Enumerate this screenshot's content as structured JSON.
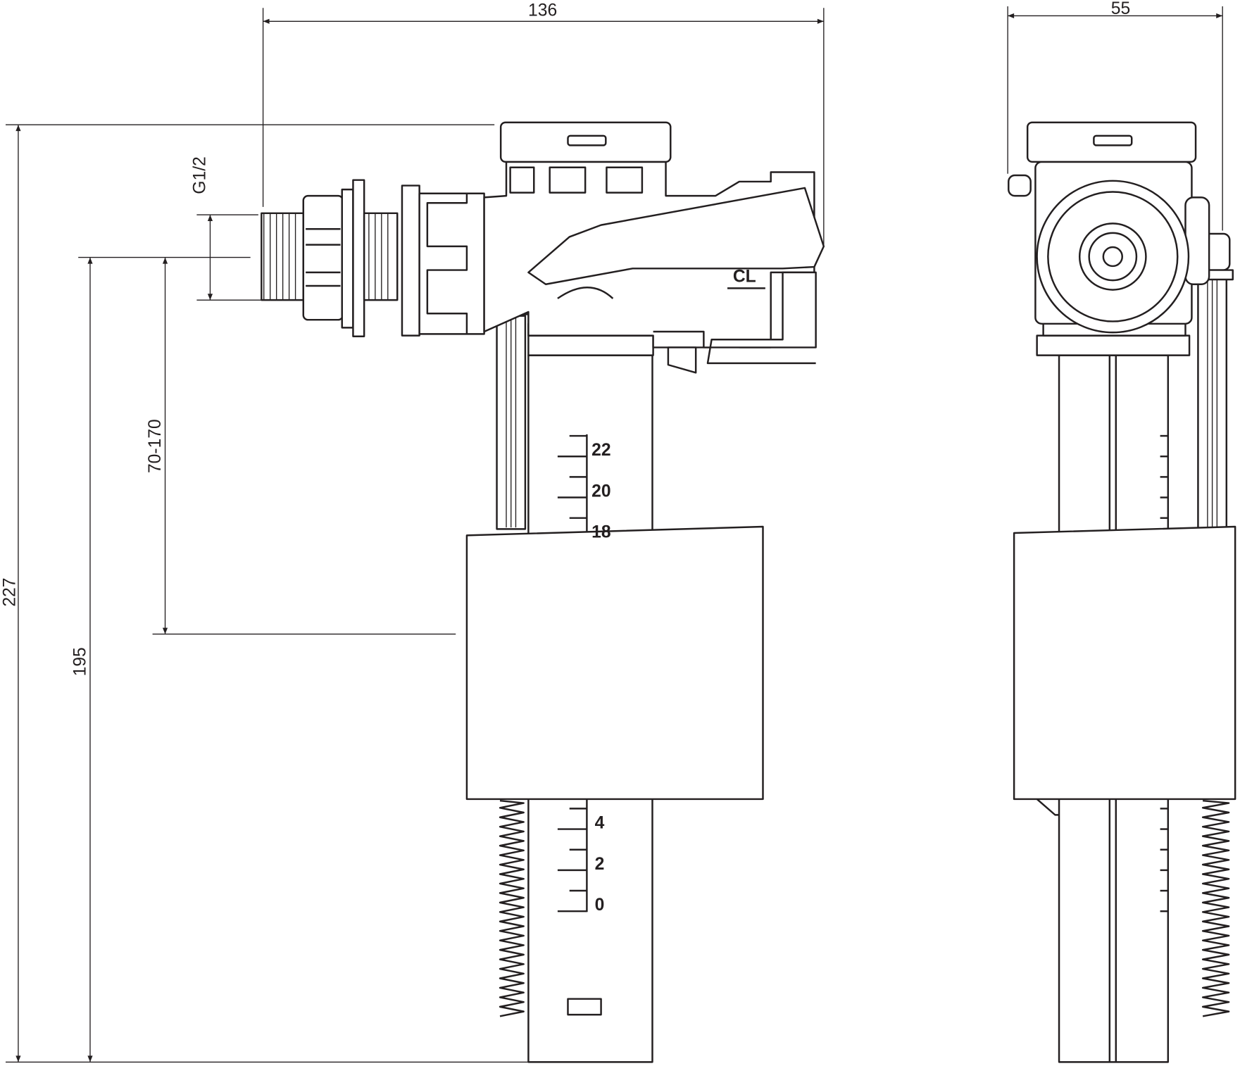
{
  "drawing": {
    "dimensions": {
      "overall_width": "136",
      "side_width": "55",
      "thread_size": "G1/2",
      "inlet_height_range": "70-170",
      "overall_height": "227",
      "inlet_height": "195"
    },
    "label_cl": "CL",
    "scale_marks": [
      "22",
      "20",
      "18",
      "4",
      "2",
      "0"
    ]
  }
}
